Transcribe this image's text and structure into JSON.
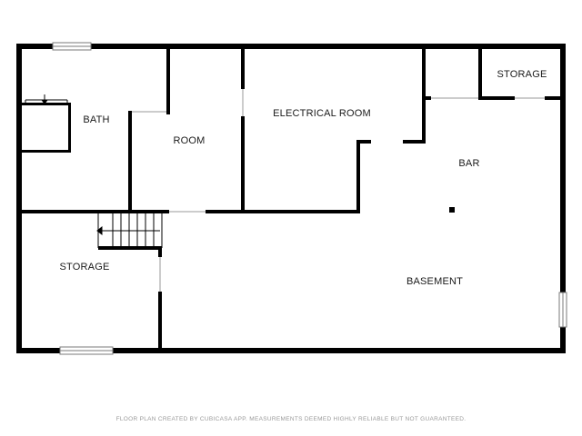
{
  "rooms": {
    "bath": "BATH",
    "room": "ROOM",
    "electrical_room": "ELECTRICAL ROOM",
    "storage_top": "STORAGE",
    "bar": "BAR",
    "storage_left": "STORAGE",
    "basement": "BASEMENT"
  },
  "footer": {
    "disclaimer": "FLOOR PLAN CREATED BY CUBICASA APP. MEASUREMENTS DEEMED HIGHLY RELIABLE BUT NOT GUARANTEED."
  },
  "colors": {
    "wall": "#000000",
    "window": "#7a7a7a",
    "footer_text": "#9a9a9a"
  }
}
